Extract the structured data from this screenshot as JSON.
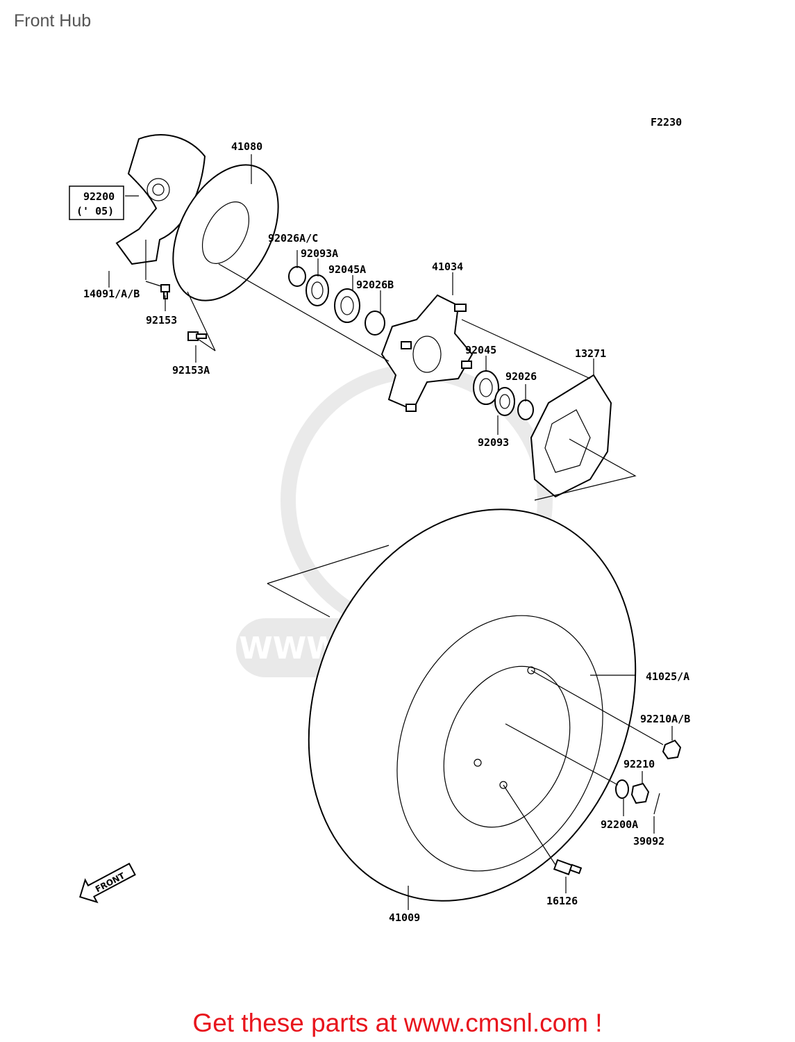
{
  "page": {
    "title": "Front Hub"
  },
  "diagram": {
    "figure_code": "F2230",
    "direction_marker": "FRONT",
    "watermark": "WWW.CMSNL.COM",
    "parts": [
      {
        "id": "41080",
        "label": "41080"
      },
      {
        "id": "92200",
        "label": "92200"
      },
      {
        "id": "92200-year",
        "label": "(' 05)"
      },
      {
        "id": "14091",
        "label": "14091/A/B"
      },
      {
        "id": "92153",
        "label": "92153"
      },
      {
        "id": "92153A",
        "label": "92153A"
      },
      {
        "id": "92026AC",
        "label": "92026A/C"
      },
      {
        "id": "92093A",
        "label": "92093A"
      },
      {
        "id": "92045A",
        "label": "92045A"
      },
      {
        "id": "92026B",
        "label": "92026B"
      },
      {
        "id": "41034",
        "label": "41034"
      },
      {
        "id": "92045",
        "label": "92045"
      },
      {
        "id": "92026",
        "label": "92026"
      },
      {
        "id": "13271",
        "label": "13271"
      },
      {
        "id": "92093",
        "label": "92093"
      },
      {
        "id": "41025A",
        "label": "41025/A"
      },
      {
        "id": "92210AB",
        "label": "92210A/B"
      },
      {
        "id": "92210",
        "label": "92210"
      },
      {
        "id": "92200A",
        "label": "92200A"
      },
      {
        "id": "39092",
        "label": "39092"
      },
      {
        "id": "16126",
        "label": "16126"
      },
      {
        "id": "41009",
        "label": "41009"
      }
    ]
  },
  "footer": {
    "text": "Get these parts at www.cmsnl.com !"
  },
  "colors": {
    "banner": "#e8141c",
    "line_art": "#000000",
    "watermark": "#d8d8d8"
  }
}
